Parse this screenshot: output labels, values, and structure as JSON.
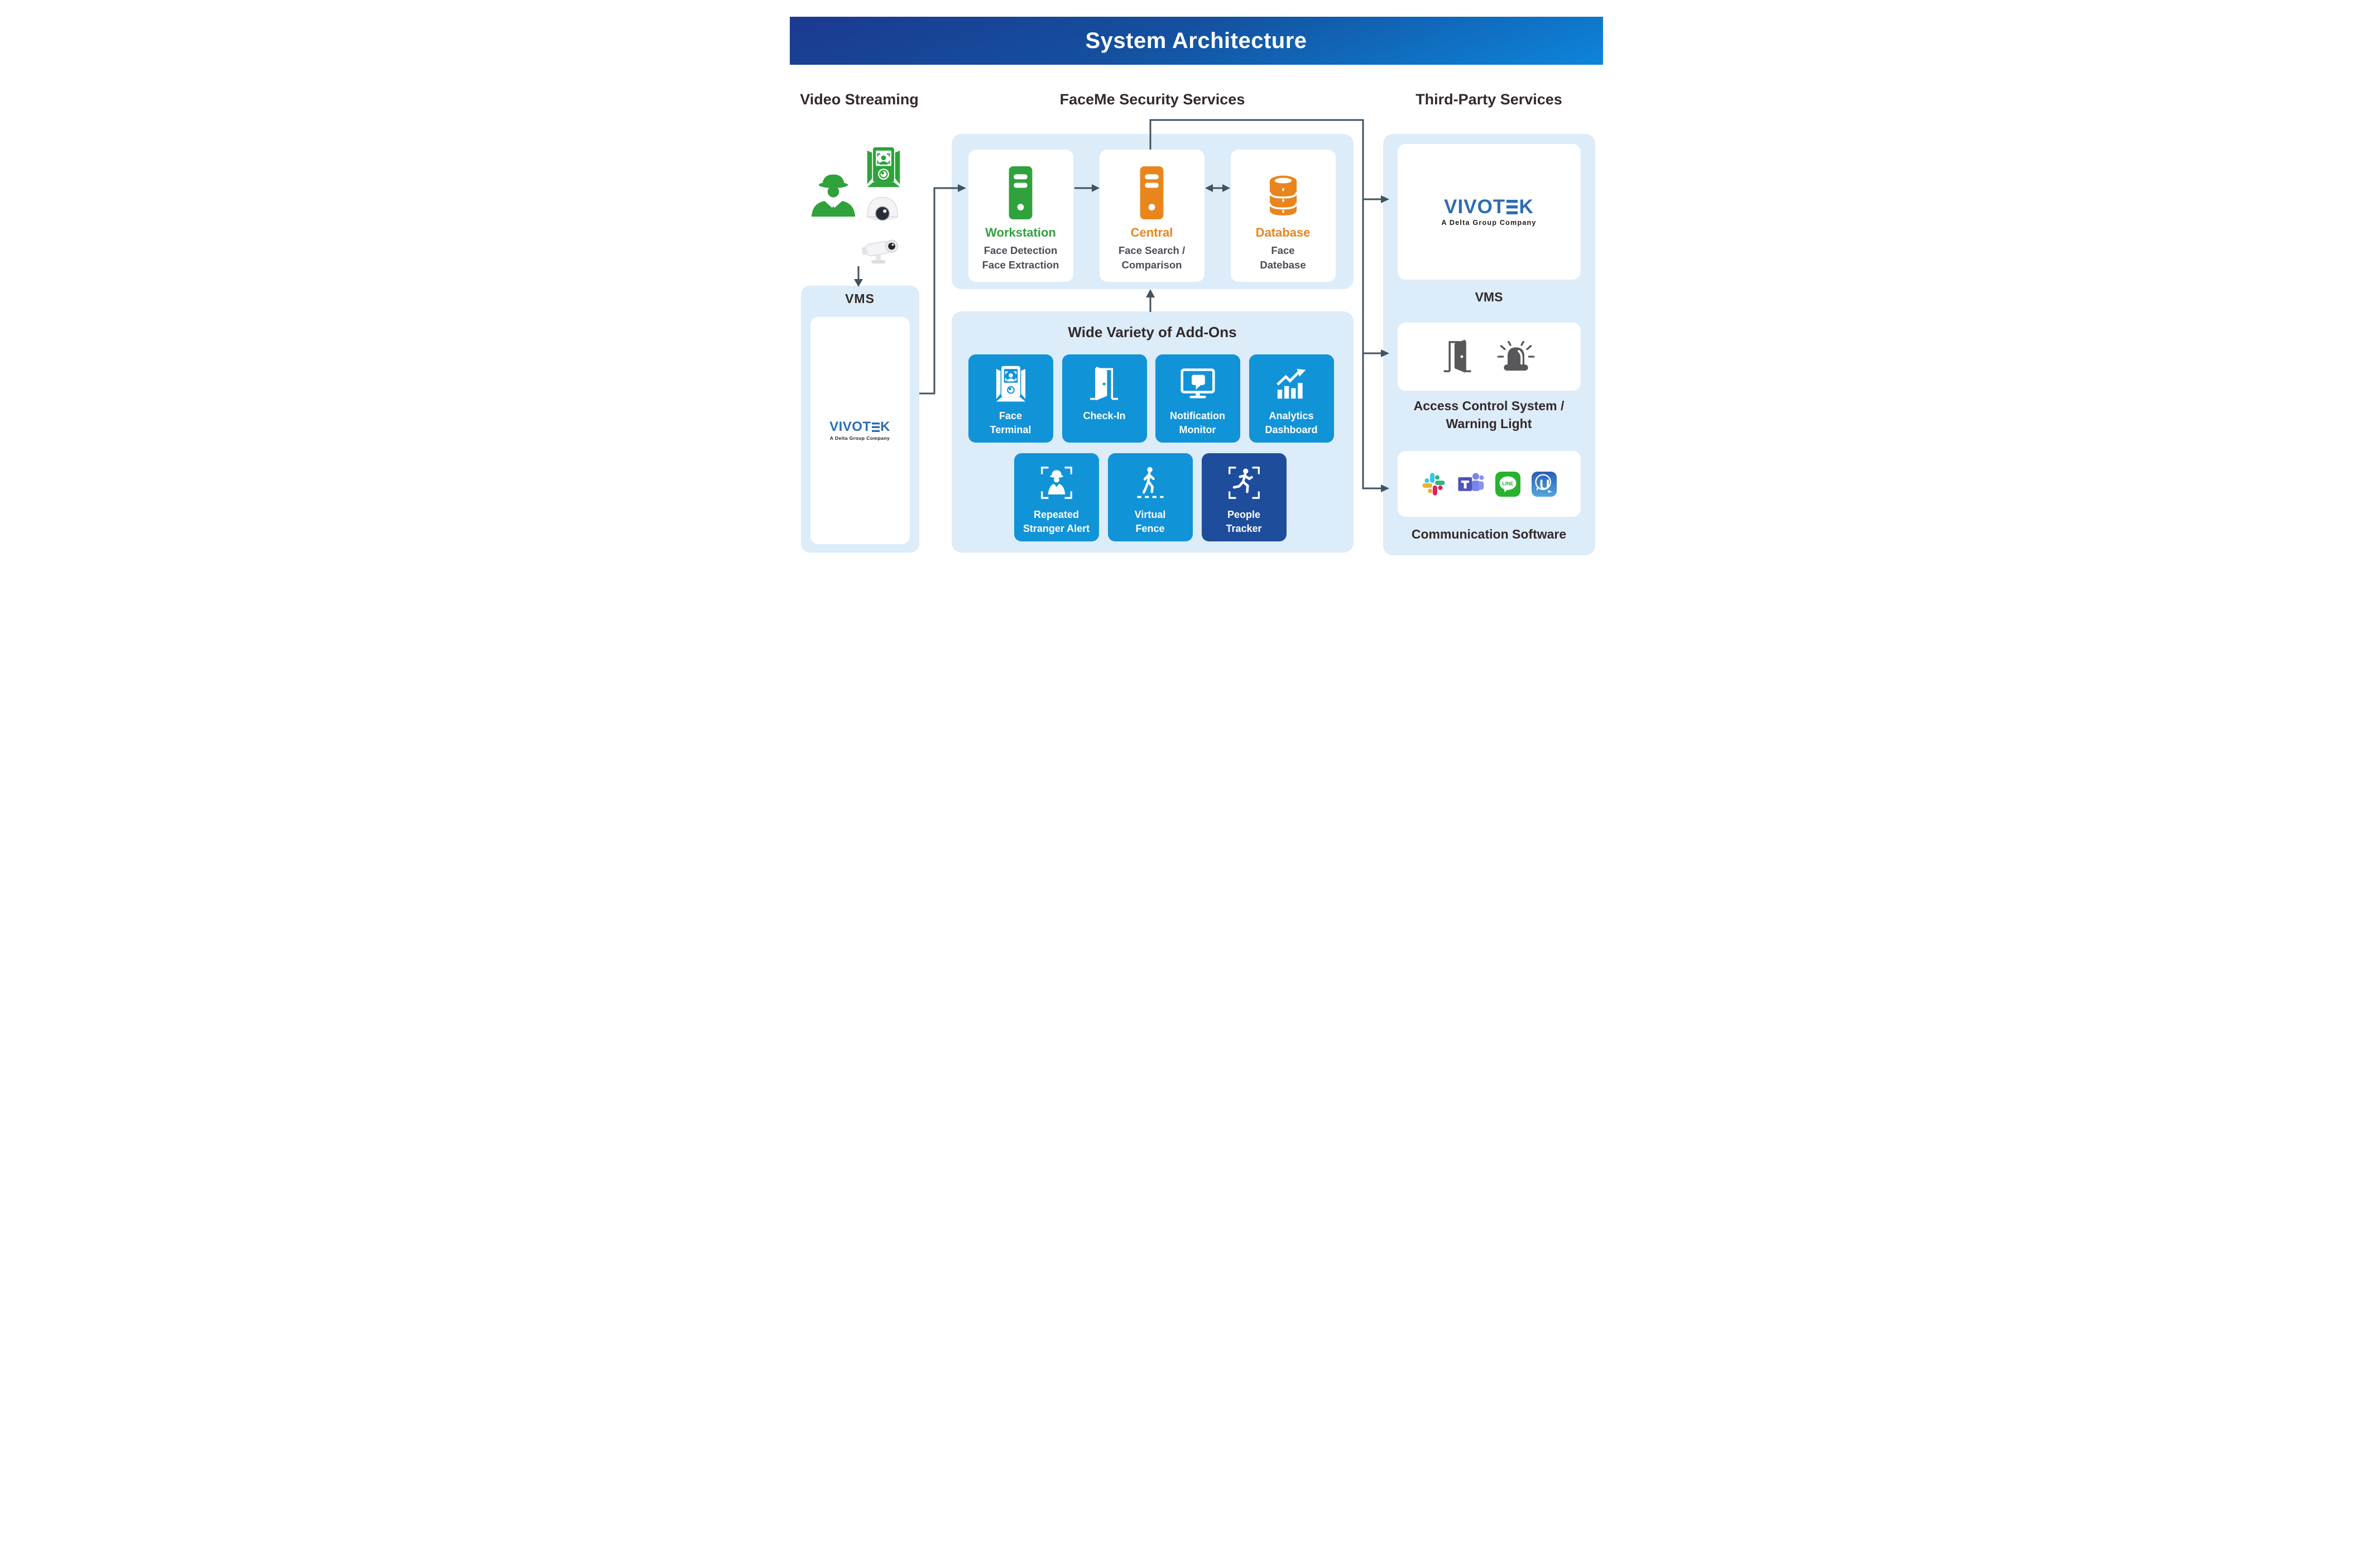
{
  "title": "System Architecture",
  "colors": {
    "header-top": "#1c398e",
    "header-bottom": "#0d85da",
    "panel": "#dcecf8",
    "tile": "#1193d8",
    "tile-dark": "#1e4d9c",
    "green": "#2fa23c",
    "orange": "#e8861d",
    "line": "#42525e",
    "text-dark": "#33292a",
    "text-sub": "#4c4b57",
    "brand-blue": "#2e6cb3"
  },
  "sections": {
    "video_streaming": {
      "heading": "Video Streaming",
      "source_icons": [
        "stranger-person",
        "face-terminal-device",
        "dome-camera",
        "bullet-camera"
      ],
      "vms": {
        "label": "VMS",
        "logo": {
          "parts": [
            "VIVOT",
            "E",
            "K"
          ],
          "tagline": "A Delta Group Company"
        }
      }
    },
    "faceme": {
      "heading": "FaceMe Security Services",
      "pipeline": [
        {
          "label": "Workstation",
          "lines": [
            "Face Detection",
            "Face Extraction"
          ],
          "icon": "server-green"
        },
        {
          "label": "Central",
          "lines": [
            "Face Search /",
            "Comparison"
          ],
          "icon": "server-orange"
        },
        {
          "label": "Database",
          "lines": [
            "Face",
            "Datebase"
          ],
          "icon": "database-cylinder"
        }
      ],
      "addons": {
        "heading": "Wide Variety of Add-Ons",
        "tiles": [
          {
            "label_lines": [
              "Face",
              "Terminal"
            ],
            "icon": "face-terminal"
          },
          {
            "label_lines": [
              "Check-In"
            ],
            "icon": "door-open"
          },
          {
            "label_lines": [
              "Notification",
              "Monitor"
            ],
            "icon": "monitor-message"
          },
          {
            "label_lines": [
              "Analytics",
              "Dashboard"
            ],
            "icon": "bar-chart-arrow"
          },
          {
            "label_lines": [
              "Repeated",
              "Stranger Alert"
            ],
            "icon": "stranger-brackets"
          },
          {
            "label_lines": [
              "Virtual",
              "Fence"
            ],
            "icon": "walker-dashed-line"
          },
          {
            "label_lines": [
              "People",
              "Tracker"
            ],
            "icon": "runner-brackets"
          }
        ]
      }
    },
    "third_party": {
      "heading": "Third-Party Services",
      "vms_label": "VMS",
      "logo": {
        "parts": [
          "VIVOT",
          "E",
          "K"
        ],
        "tagline": "A Delta Group Company"
      },
      "access_lines": [
        "Access Control System /",
        "Warning Light"
      ],
      "communication_label": "Communication Software",
      "app_icons": [
        "Slack",
        "Microsoft Teams",
        "LINE",
        "CyberLink U"
      ],
      "line_icon_text": "LINE",
      "u_icon_text": "U"
    }
  }
}
